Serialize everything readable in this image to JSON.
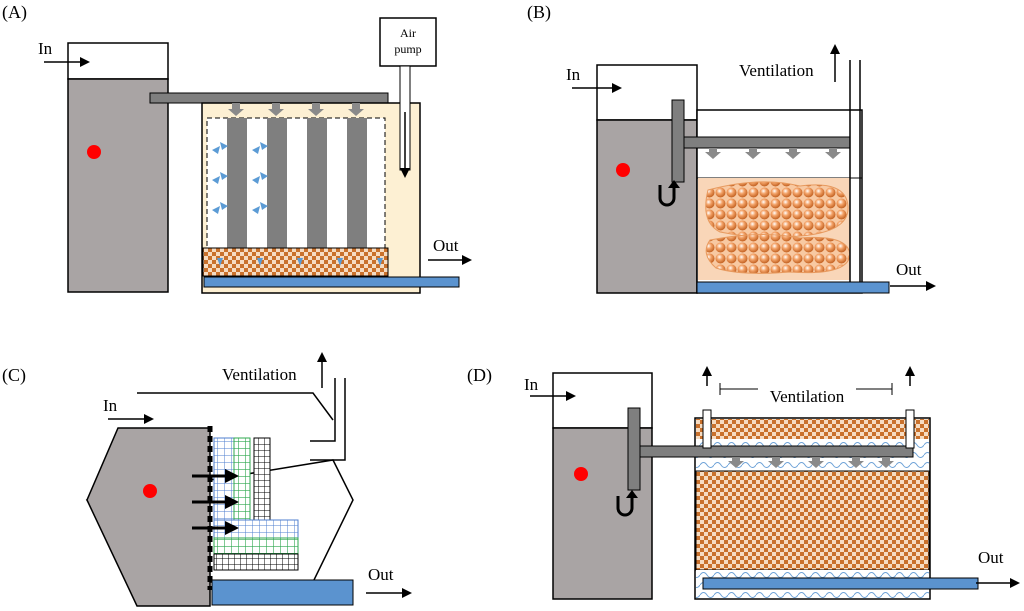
{
  "panels": {
    "a": {
      "label": "(A)",
      "in": "In",
      "out": "Out",
      "pump_line1": "Air",
      "pump_line2": "pump"
    },
    "b": {
      "label": "(B)",
      "in": "In",
      "out": "Out",
      "ventilation": "Ventilation"
    },
    "c": {
      "label": "(C)",
      "in": "In",
      "out": "Out",
      "ventilation": "Ventilation"
    },
    "d": {
      "label": "(D)",
      "in": "In",
      "out": "Out",
      "ventilation": "Ventilation"
    }
  },
  "colors": {
    "tank_gray": "#a9a4a4",
    "pipe_gray": "#7f7f7f",
    "outlet_blue": "#5b93cf",
    "media_orange": "#d9884e",
    "cream": "#fdf0d3",
    "dot_red": "#ff0000",
    "spray_blue": "#5b9bd5",
    "mesh_blue": "#4f7fcf",
    "mesh_green": "#2fa84f",
    "black": "#000000"
  },
  "icons": [
    "arrow-right-icon",
    "arrow-up-icon",
    "arrow-down-icon",
    "u-trap-icon",
    "spray-arrow-icon"
  ]
}
